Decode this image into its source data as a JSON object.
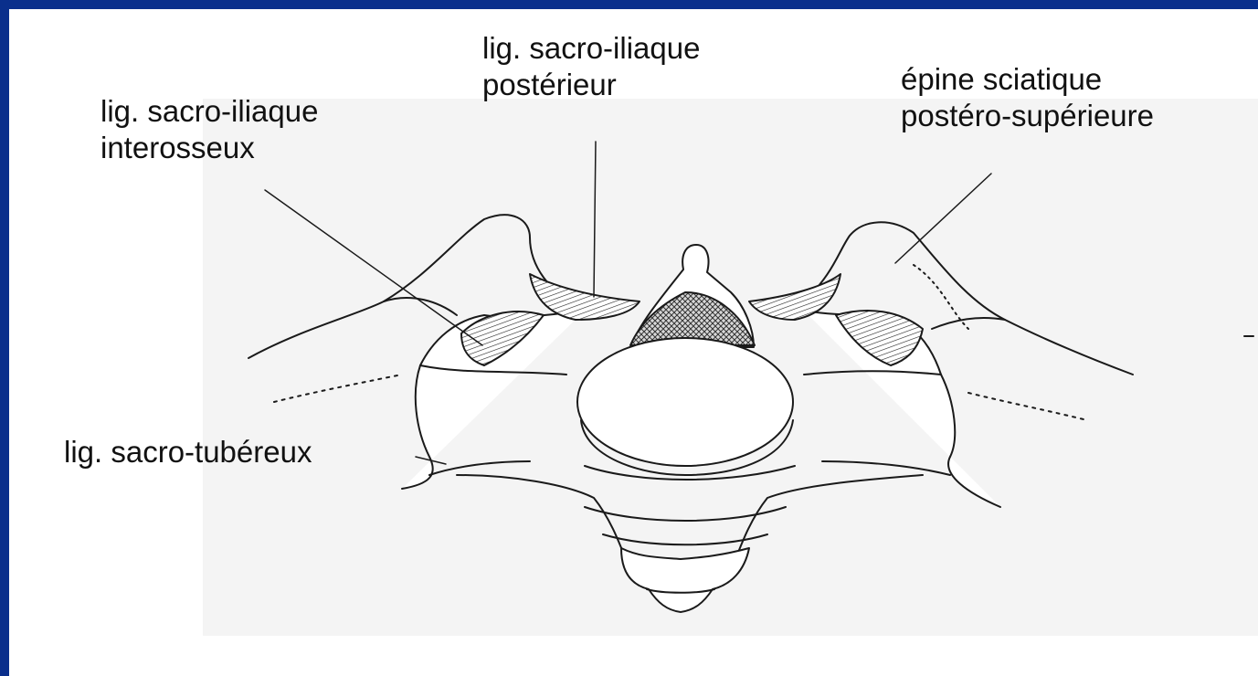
{
  "labels": {
    "interosseux": {
      "line1": "lig. sacro-iliaque",
      "line2": "interosseux"
    },
    "posterieur": {
      "line1": "lig. sacro-iliaque",
      "line2": "postérieur"
    },
    "epine": {
      "line1": "épine sciatique",
      "line2": "postéro-supérieure"
    },
    "sacro_tubereux": {
      "line1": "lig. sacro-tubéreux"
    }
  },
  "colors": {
    "frame": "#0a2f8c",
    "background": "#ffffff",
    "figure_panel": "#f4f4f4",
    "ink": "#111111"
  }
}
